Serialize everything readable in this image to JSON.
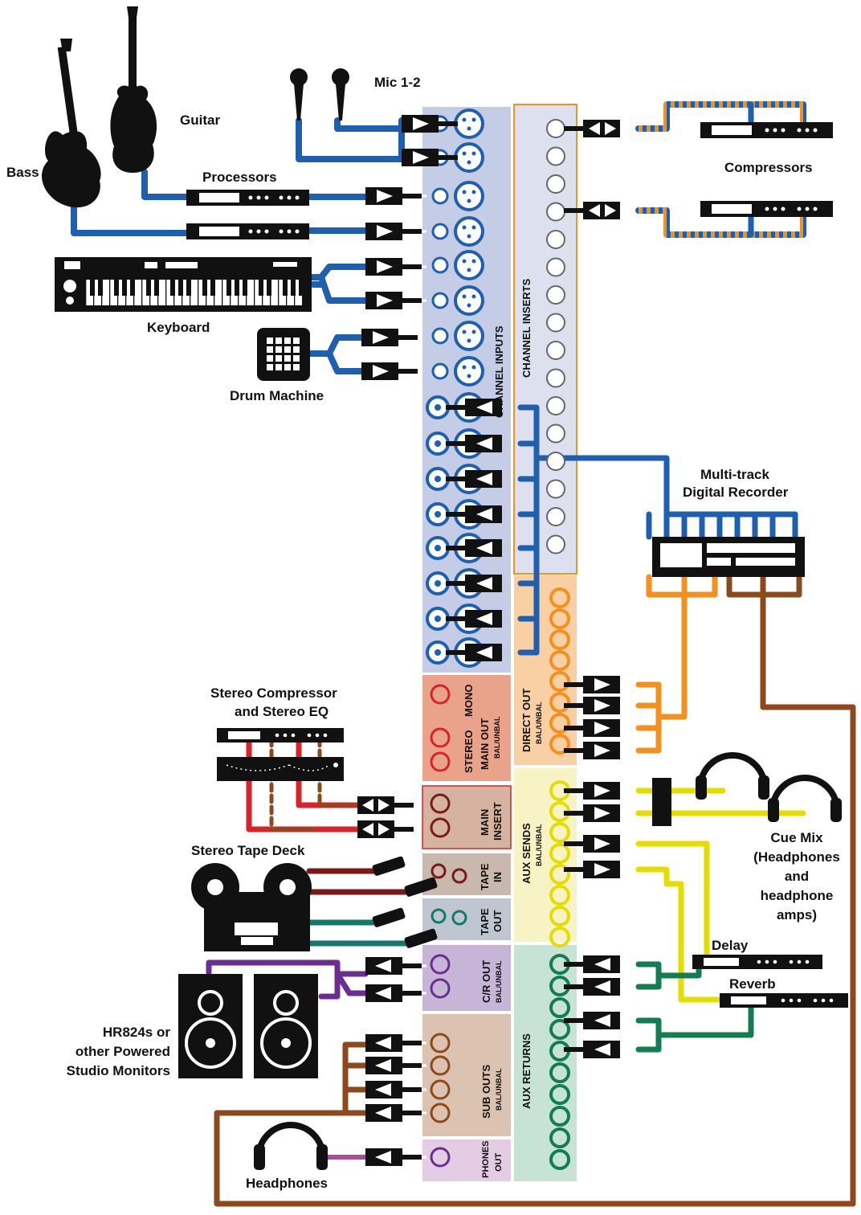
{
  "colors": {
    "blue": "#1f5fb0",
    "orange": "#f5901e",
    "yellow": "#e4dd00",
    "green": "#127c52",
    "brown": "#8c4a1c",
    "red": "#d8232a",
    "maroon": "#7a1a16",
    "teal": "#137a6a",
    "purple": "#6b2d91",
    "pink": "#a64f9c",
    "panel_inputs": "#c5cde6",
    "panel_inserts": "#dde1ef",
    "panel_direct": "#f9cfa4",
    "panel_main_out": "#e9a38b",
    "panel_main_insert": "#d6b3a0",
    "panel_tape": "#c9b8ad",
    "panel_tape_out": "#bfc6d2",
    "panel_aux_sends": "#f7f3c5",
    "panel_cr_out": "#c7b5d8",
    "panel_aux_returns": "#c6e3d5",
    "panel_sub_outs": "#dcc3b1",
    "panel_phones": "#e4cde4"
  },
  "devices": {
    "mic": "Mic 1-2",
    "guitar": "Guitar",
    "bass": "Bass",
    "processors": "Processors",
    "keyboard": "Keyboard",
    "drum_machine": "Drum Machine",
    "compressors": "Compressors",
    "recorder_line1": "Multi-track",
    "recorder_line2": "Digital Recorder",
    "stereo_comp_line1": "Stereo Compressor",
    "stereo_comp_line2": "and Stereo EQ",
    "tape_deck": "Stereo Tape Deck",
    "cue_line1": "Cue Mix",
    "cue_line2": "(Headphones",
    "cue_line3": "and",
    "cue_line4": "headphone",
    "cue_line5": "amps)",
    "delay": "Delay",
    "reverb": "Reverb",
    "monitors_line1": "HR824s or",
    "monitors_line2": "other Powered",
    "monitors_line3": "Studio Monitors",
    "headphones": "Headphones"
  },
  "panels": {
    "channel_inputs": "CHANNEL INPUTS",
    "channel_inserts": "CHANNEL INSERTS",
    "direct_out": "DIRECT OUT",
    "direct_out_sub": "BAL/UNBAL",
    "mono": "MONO",
    "main_out": "MAIN OUT",
    "main_out_sub": "BAL/UNBAL",
    "stereo": "STEREO",
    "main_insert_1": "MAIN",
    "main_insert_2": "INSERT",
    "tape_in_1": "TAPE",
    "tape_in_2": "IN",
    "tape_out_1": "TAPE",
    "tape_out_2": "OUT",
    "aux_sends": "AUX SENDS",
    "aux_sends_sub": "BAL/UNBAL",
    "cr_out": "C/R OUT",
    "cr_out_sub": "BAL/UNBAL",
    "aux_returns": "AUX RETURNS",
    "sub_outs": "SUB OUTS",
    "sub_outs_sub": "BAL/UNBAL",
    "phones_1": "PHONES",
    "phones_2": "OUT"
  }
}
